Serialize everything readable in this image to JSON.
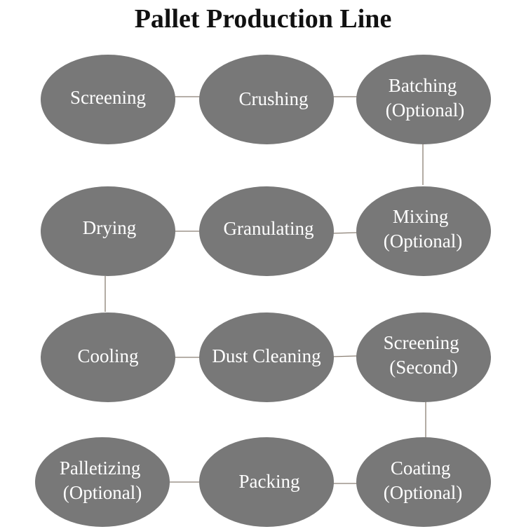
{
  "title": "Pallet Production Line",
  "nodes": {
    "screening": {
      "lines": [
        "Screening"
      ]
    },
    "crushing": {
      "lines": [
        "Crushing"
      ]
    },
    "batching": {
      "lines": [
        "Batching",
        "(Optional)"
      ]
    },
    "drying": {
      "lines": [
        "Drying"
      ]
    },
    "granulating": {
      "lines": [
        "Granulating"
      ]
    },
    "mixing": {
      "lines": [
        "Mixing",
        "(Optional)"
      ]
    },
    "cooling": {
      "lines": [
        "Cooling"
      ]
    },
    "dust_cleaning": {
      "lines": [
        "Dust Cleaning"
      ]
    },
    "screening_second": {
      "lines": [
        "Screening",
        "(Second)"
      ]
    },
    "palletizing": {
      "lines": [
        "Palletizing",
        "(Optional)"
      ]
    },
    "packing": {
      "lines": [
        "Packing"
      ]
    },
    "coating": {
      "lines": [
        "Coating",
        "(Optional)"
      ]
    }
  },
  "colors": {
    "node_fill": "#787878",
    "node_text": "#ffffff",
    "connector": "#8a7f73",
    "title": "#111111"
  }
}
